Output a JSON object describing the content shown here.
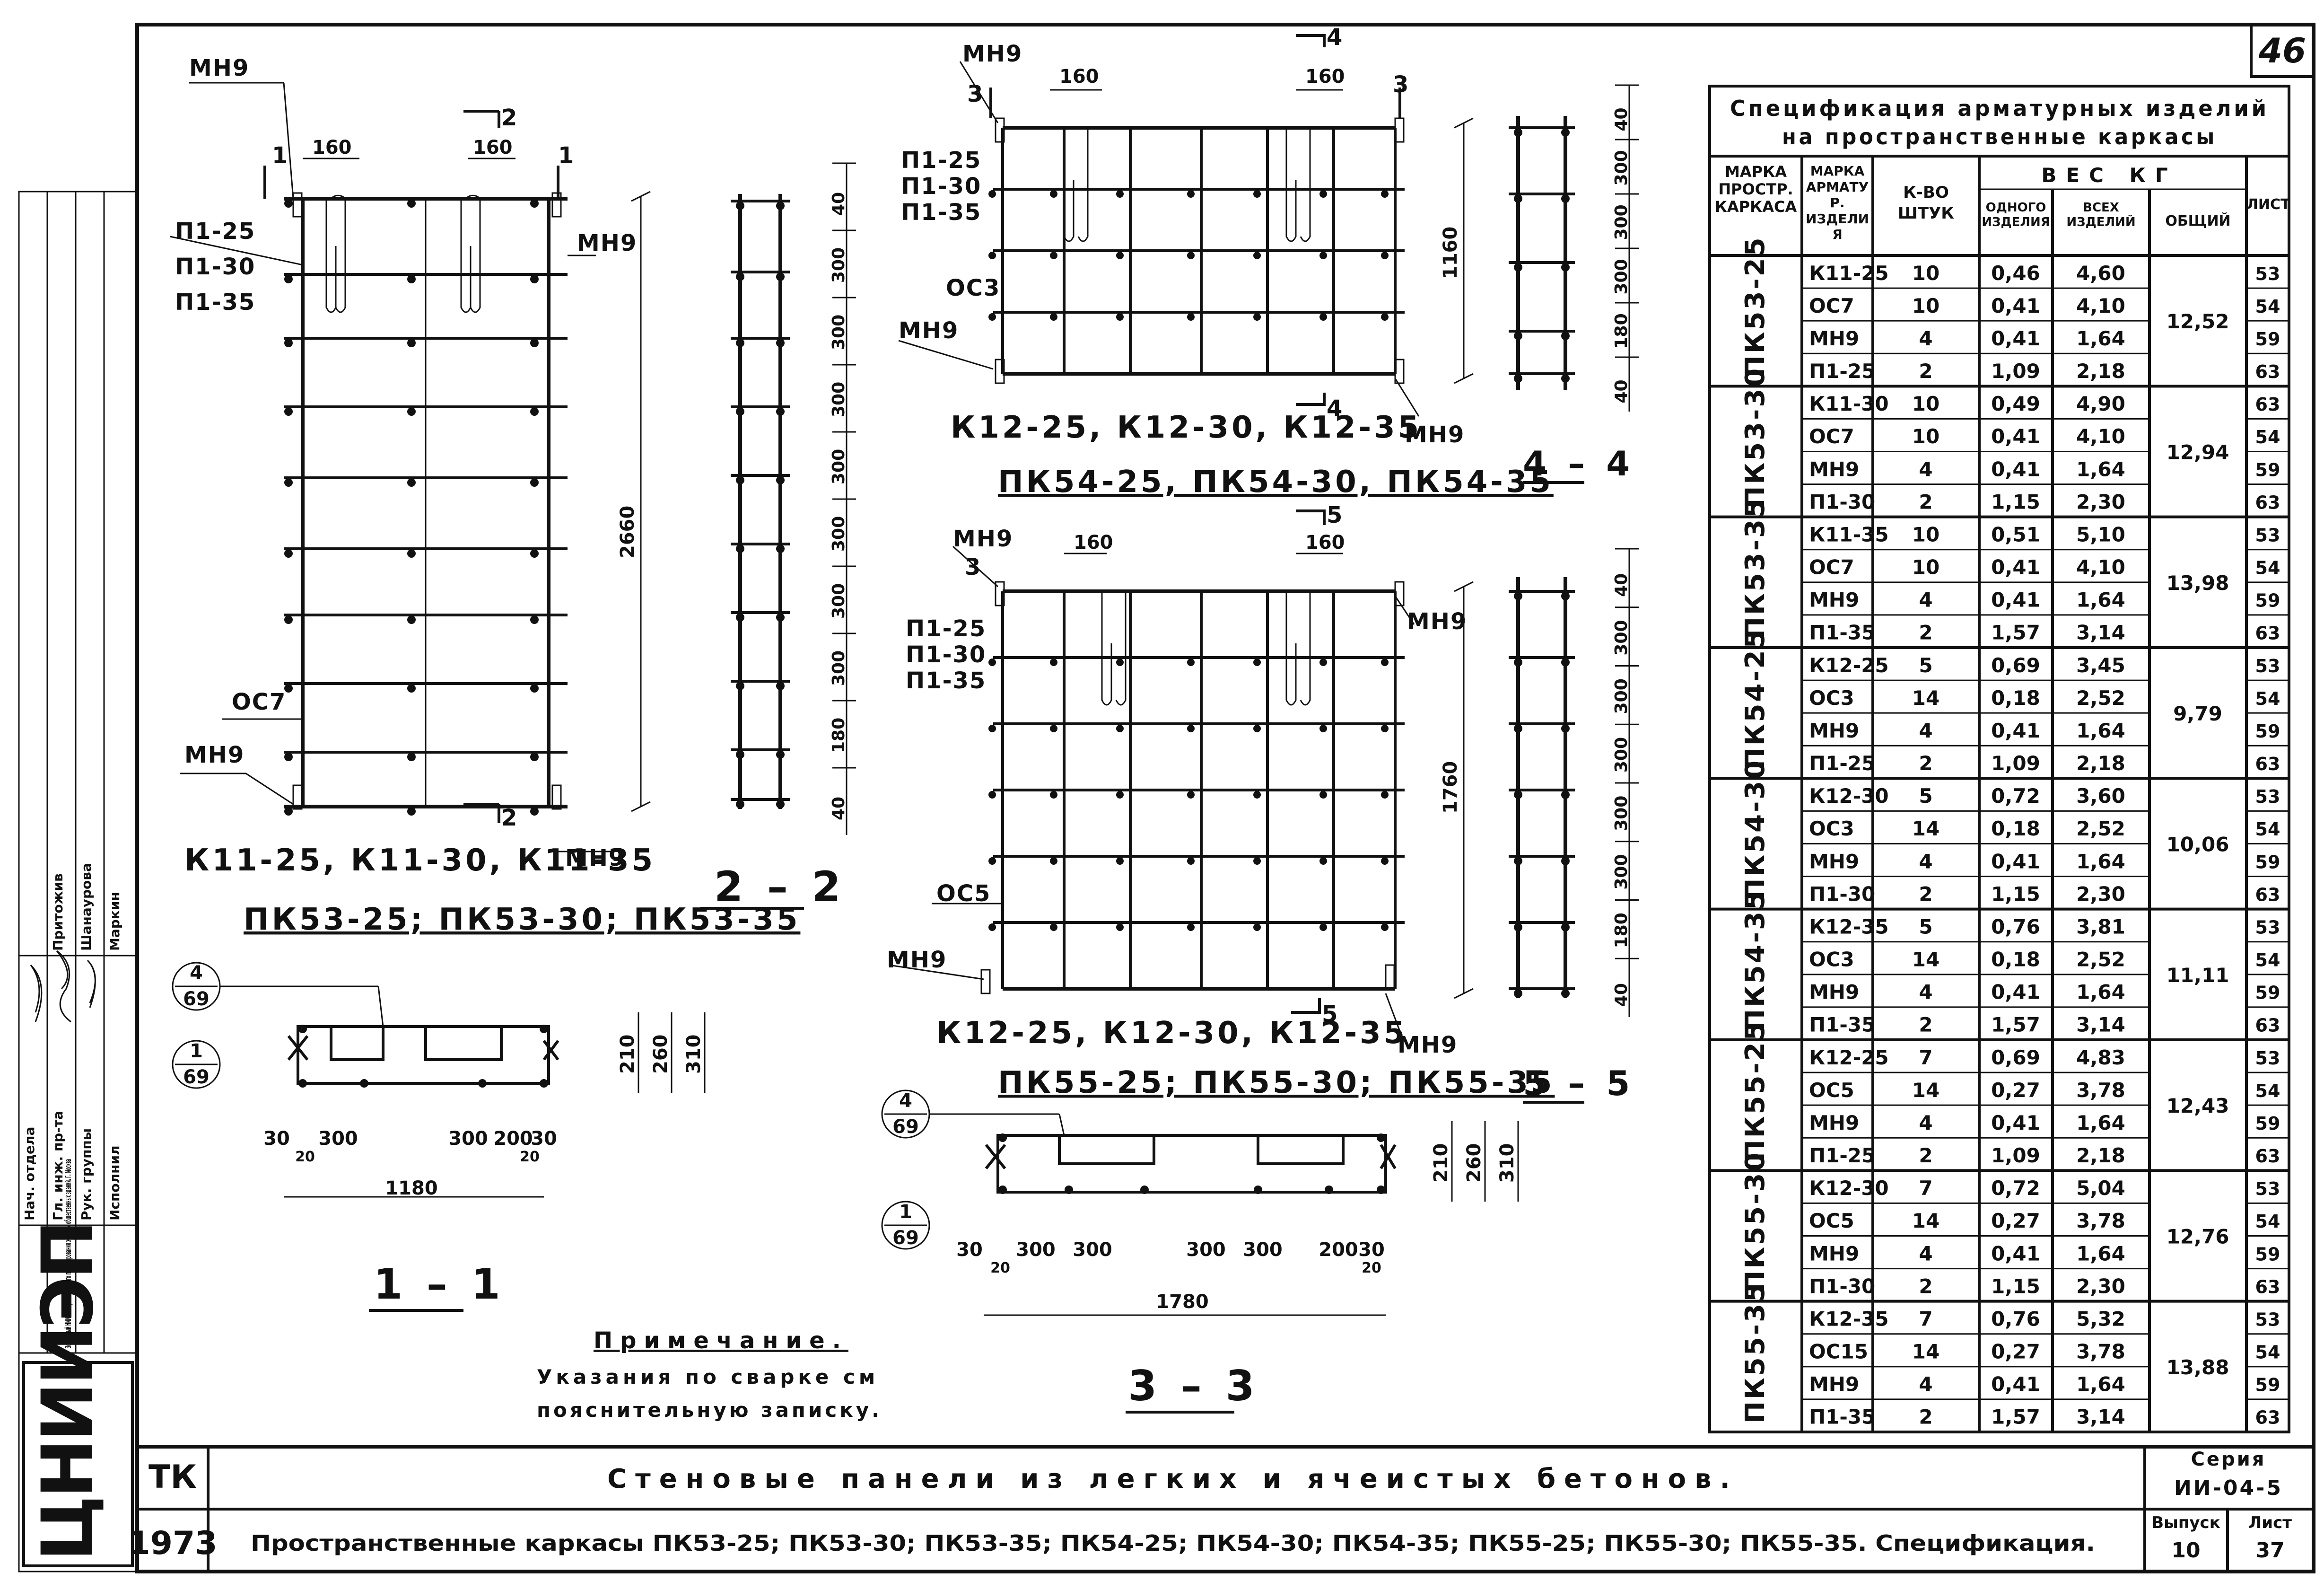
{
  "sheet": {
    "corner_number": "46",
    "frame_code": "ТК",
    "year": "1973",
    "title_line1": "Стеновые панели из легких и ячеистых бетонов.",
    "title_line2": "Пространственные каркасы ПК53-25; ПК53-30; ПК53-35; ПК54-25; ПК54-30; ПК54-35; ПК55-25; ПК55-30; ПК55-35. Спецификация.",
    "series_label": "Серия",
    "series_value": "ИИ-04-5",
    "issue_label": "Выпуск",
    "issue_value": "10",
    "sheet_label": "Лист",
    "sheet_value": "37",
    "logo": "ЦНИИЭП"
  },
  "side_stamp": {
    "roles": [
      "Нач. отдела",
      "Гл. инж. пр-та",
      "Рук. группы",
      "Исполнил"
    ],
    "names": [
      "Притожив",
      "Шанаурова",
      "Маркин"
    ],
    "org": "Зональный НИИ экспериментального проектирования жилых и общественных зданий. Г. Москва"
  },
  "drawings": {
    "pk53": {
      "caption": "ПК53-25; ПК53-30; ПК53-35",
      "frame_label": "К11-25, К11-30, К11-35",
      "mark_mn9": "МН9",
      "mark_oc7": "ОС7",
      "loops": [
        "П1-25",
        "П1-30",
        "П1-35"
      ],
      "dim_height": "2660",
      "dim_160": "160",
      "sec_mark_1": "1",
      "sec_mark_2": "2"
    },
    "pk54": {
      "caption": "ПК54-25, ПК54-30, ПК54-35",
      "frame_label": "К12-25, К12-30, К12-35",
      "mark_mn9": "МН9",
      "mark_oc3": "ОС3",
      "loops": [
        "П1-25",
        "П1-30",
        "П1-35"
      ],
      "dim_height": "1160",
      "dim_160": "160",
      "sec_mark_3": "3",
      "sec_mark_4": "4"
    },
    "pk55": {
      "caption": "ПК55-25; ПК55-30; ПК55-35",
      "frame_label": "К12-25, К12-30, К12-35",
      "mark_mn9": "МН9",
      "mark_oc5": "ОС5",
      "loops": [
        "П1-25",
        "П1-30",
        "П1-35"
      ],
      "dim_height": "1760",
      "dim_160": "160",
      "sec_mark_3": "3",
      "sec_mark_5": "5"
    },
    "section_2_2": {
      "label": "2 – 2",
      "dims": [
        "40",
        "300",
        "300",
        "300",
        "300",
        "300",
        "300",
        "300",
        "180",
        "40"
      ]
    },
    "section_4_4": {
      "label": "4 – 4",
      "dims": [
        "40",
        "300",
        "300",
        "300",
        "180",
        "40"
      ]
    },
    "section_5_5": {
      "label": "5 – 5",
      "dims": [
        "40",
        "300",
        "300",
        "300",
        "300",
        "300",
        "180",
        "40"
      ]
    },
    "section_1_1": {
      "label": "1 – 1",
      "callout_top": {
        "num": "4",
        "sheet": "69"
      },
      "callout_bottom": {
        "num": "1",
        "sheet": "69"
      },
      "dims_bottom": [
        "30",
        "20",
        "300",
        "300",
        "200",
        "30",
        "20"
      ],
      "total": "1180",
      "dims_side": [
        "210",
        "260",
        "310"
      ]
    },
    "section_3_3": {
      "label": "3 – 3",
      "callout_top": {
        "num": "4",
        "sheet": "69"
      },
      "callout_bottom": {
        "num": "1",
        "sheet": "69"
      },
      "dims_bottom": [
        "30",
        "20",
        "300",
        "300",
        "300",
        "300",
        "200",
        "30",
        "20"
      ],
      "total": "1780",
      "dims_side": [
        "210",
        "260",
        "310"
      ]
    },
    "note": {
      "title": "Примечание.",
      "text_line1": "Указания по сварке см",
      "text_line2": "пояснительную записку."
    }
  },
  "spec_table": {
    "title_line1": "Спецификация арматурных изделий",
    "title_line2": "на пространственные каркасы",
    "headers": {
      "frame_mark": "Марка простр. каркаса",
      "item_mark": "Марка арматур. изделия",
      "qty": "К-во штук",
      "weight_group": "Вес кг",
      "weight_one": "одного изделия",
      "weight_all": "всех изделий",
      "weight_total": "общий",
      "sheet": "Лист"
    },
    "groups": [
      {
        "frame": "ПК53-25",
        "total": "12,52",
        "rows": [
          {
            "item": "К11-25",
            "qty": "10",
            "one": "0,46",
            "all": "4,60",
            "sheet": "53"
          },
          {
            "item": "ОС7",
            "qty": "10",
            "one": "0,41",
            "all": "4,10",
            "sheet": "54"
          },
          {
            "item": "МН9",
            "qty": "4",
            "one": "0,41",
            "all": "1,64",
            "sheet": "59"
          },
          {
            "item": "П1-25",
            "qty": "2",
            "one": "1,09",
            "all": "2,18",
            "sheet": "63"
          }
        ]
      },
      {
        "frame": "ПК53-30",
        "total": "12,94",
        "rows": [
          {
            "item": "К11-30",
            "qty": "10",
            "one": "0,49",
            "all": "4,90",
            "sheet": "63"
          },
          {
            "item": "ОС7",
            "qty": "10",
            "one": "0,41",
            "all": "4,10",
            "sheet": "54"
          },
          {
            "item": "МН9",
            "qty": "4",
            "one": "0,41",
            "all": "1,64",
            "sheet": "59"
          },
          {
            "item": "П1-30",
            "qty": "2",
            "one": "1,15",
            "all": "2,30",
            "sheet": "63"
          }
        ]
      },
      {
        "frame": "ПК53-35",
        "total": "13,98",
        "rows": [
          {
            "item": "К11-35",
            "qty": "10",
            "one": "0,51",
            "all": "5,10",
            "sheet": "53"
          },
          {
            "item": "ОС7",
            "qty": "10",
            "one": "0,41",
            "all": "4,10",
            "sheet": "54"
          },
          {
            "item": "МН9",
            "qty": "4",
            "one": "0,41",
            "all": "1,64",
            "sheet": "59"
          },
          {
            "item": "П1-35",
            "qty": "2",
            "one": "1,57",
            "all": "3,14",
            "sheet": "63"
          }
        ]
      },
      {
        "frame": "ПК54-25",
        "total": "9,79",
        "rows": [
          {
            "item": "К12-25",
            "qty": "5",
            "one": "0,69",
            "all": "3,45",
            "sheet": "53"
          },
          {
            "item": "ОС3",
            "qty": "14",
            "one": "0,18",
            "all": "2,52",
            "sheet": "54"
          },
          {
            "item": "МН9",
            "qty": "4",
            "one": "0,41",
            "all": "1,64",
            "sheet": "59"
          },
          {
            "item": "П1-25",
            "qty": "2",
            "one": "1,09",
            "all": "2,18",
            "sheet": "63"
          }
        ]
      },
      {
        "frame": "ПК54-30",
        "total": "10,06",
        "rows": [
          {
            "item": "К12-30",
            "qty": "5",
            "one": "0,72",
            "all": "3,60",
            "sheet": "53"
          },
          {
            "item": "ОС3",
            "qty": "14",
            "one": "0,18",
            "all": "2,52",
            "sheet": "54"
          },
          {
            "item": "МН9",
            "qty": "4",
            "one": "0,41",
            "all": "1,64",
            "sheet": "59"
          },
          {
            "item": "П1-30",
            "qty": "2",
            "one": "1,15",
            "all": "2,30",
            "sheet": "63"
          }
        ]
      },
      {
        "frame": "ПК54-35",
        "total": "11,11",
        "rows": [
          {
            "item": "К12-35",
            "qty": "5",
            "one": "0,76",
            "all": "3,81",
            "sheet": "53"
          },
          {
            "item": "ОС3",
            "qty": "14",
            "one": "0,18",
            "all": "2,52",
            "sheet": "54"
          },
          {
            "item": "МН9",
            "qty": "4",
            "one": "0,41",
            "all": "1,64",
            "sheet": "59"
          },
          {
            "item": "П1-35",
            "qty": "2",
            "one": "1,57",
            "all": "3,14",
            "sheet": "63"
          }
        ]
      },
      {
        "frame": "ПК55-25",
        "total": "12,43",
        "rows": [
          {
            "item": "К12-25",
            "qty": "7",
            "one": "0,69",
            "all": "4,83",
            "sheet": "53"
          },
          {
            "item": "ОС5",
            "qty": "14",
            "one": "0,27",
            "all": "3,78",
            "sheet": "54"
          },
          {
            "item": "МН9",
            "qty": "4",
            "one": "0,41",
            "all": "1,64",
            "sheet": "59"
          },
          {
            "item": "П1-25",
            "qty": "2",
            "one": "1,09",
            "all": "2,18",
            "sheet": "63"
          }
        ]
      },
      {
        "frame": "ПК55-30",
        "total": "12,76",
        "rows": [
          {
            "item": "К12-30",
            "qty": "7",
            "one": "0,72",
            "all": "5,04",
            "sheet": "53"
          },
          {
            "item": "ОС5",
            "qty": "14",
            "one": "0,27",
            "all": "3,78",
            "sheet": "54"
          },
          {
            "item": "МН9",
            "qty": "4",
            "one": "0,41",
            "all": "1,64",
            "sheet": "59"
          },
          {
            "item": "П1-30",
            "qty": "2",
            "one": "1,15",
            "all": "2,30",
            "sheet": "63"
          }
        ]
      },
      {
        "frame": "ПК55-35",
        "total": "13,88",
        "rows": [
          {
            "item": "К12-35",
            "qty": "7",
            "one": "0,76",
            "all": "5,32",
            "sheet": "53"
          },
          {
            "item": "ОС15",
            "qty": "14",
            "one": "0,27",
            "all": "3,78",
            "sheet": "54"
          },
          {
            "item": "МН9",
            "qty": "4",
            "one": "0,41",
            "all": "1,64",
            "sheet": "59"
          },
          {
            "item": "П1-35",
            "qty": "2",
            "one": "1,57",
            "all": "3,14",
            "sheet": "63"
          }
        ]
      }
    ]
  }
}
